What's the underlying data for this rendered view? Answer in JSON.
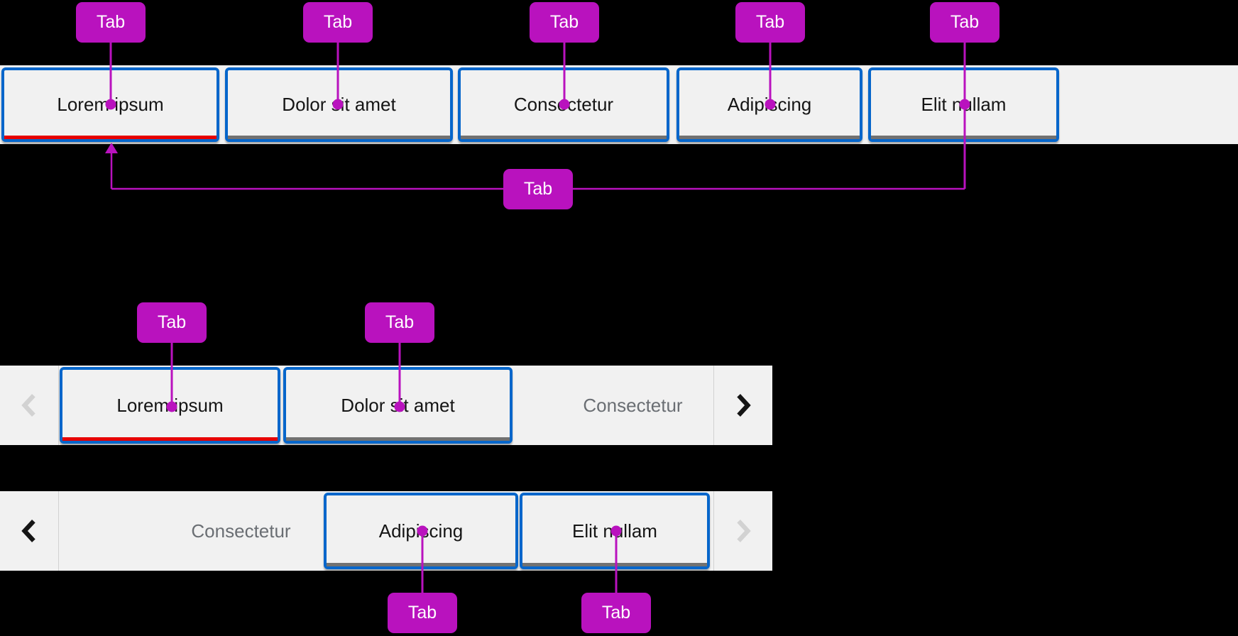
{
  "annotation": {
    "label": "Tab",
    "color": "#b912be"
  },
  "colors": {
    "background": "#000000",
    "bar_background": "#f1f1f1",
    "tab_border_blue": "#0666cb",
    "active_indicator_red": "#e60000",
    "inactive_indicator_gray": "#717171",
    "tab_text": "#151515",
    "overflow_tab_text": "#6a6e73",
    "divider": "#d2d2d2",
    "disabled_chevron": "#d2d2d2"
  },
  "top_tabbar": {
    "badges": [
      {
        "label": "Tab"
      },
      {
        "label": "Tab"
      },
      {
        "label": "Tab"
      },
      {
        "label": "Tab"
      },
      {
        "label": "Tab"
      }
    ],
    "underline_badge": {
      "label": "Tab"
    },
    "tabs": [
      {
        "label": "Lorem ipsum",
        "active": true
      },
      {
        "label": "Dolor sit amet",
        "active": false
      },
      {
        "label": "Consectetur",
        "active": false
      },
      {
        "label": "Adipiscing",
        "active": false
      },
      {
        "label": "Elit nullam",
        "active": false
      }
    ]
  },
  "middle_tabbar": {
    "badges": [
      {
        "label": "Tab"
      },
      {
        "label": "Tab"
      }
    ],
    "scroll_left": {
      "icon": "chevron-left",
      "disabled": true
    },
    "scroll_right": {
      "icon": "chevron-right",
      "disabled": false
    },
    "tabs": [
      {
        "label": "Lorem ipsum",
        "active": true
      },
      {
        "label": "Dolor sit amet",
        "active": false
      },
      {
        "label": "Consectetur",
        "overflow": true
      }
    ]
  },
  "bottom_tabbar": {
    "badges": [
      {
        "label": "Tab"
      },
      {
        "label": "Tab"
      }
    ],
    "scroll_left": {
      "icon": "chevron-left",
      "disabled": false
    },
    "scroll_right": {
      "icon": "chevron-right",
      "disabled": true
    },
    "tabs": [
      {
        "label": "Consectetur",
        "overflow": true
      },
      {
        "label": "Adipiscing",
        "active": false
      },
      {
        "label": "Elit nullam",
        "active": false
      }
    ]
  }
}
